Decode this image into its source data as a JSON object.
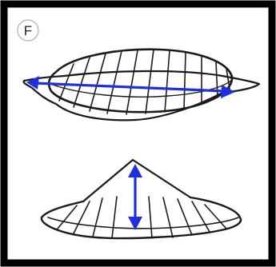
{
  "panel": {
    "label": "F"
  },
  "colors": {
    "frame": "#000000",
    "outline": "#1a1a1a",
    "arrow": "#1f2fe0",
    "label_circle": "#bdbdbd",
    "background": "#ffffff"
  },
  "illustrations": [
    {
      "name": "flat-hat",
      "arrow": "horizontal-double-headed"
    },
    {
      "name": "conical-hat",
      "arrow": "vertical-double-headed"
    }
  ]
}
